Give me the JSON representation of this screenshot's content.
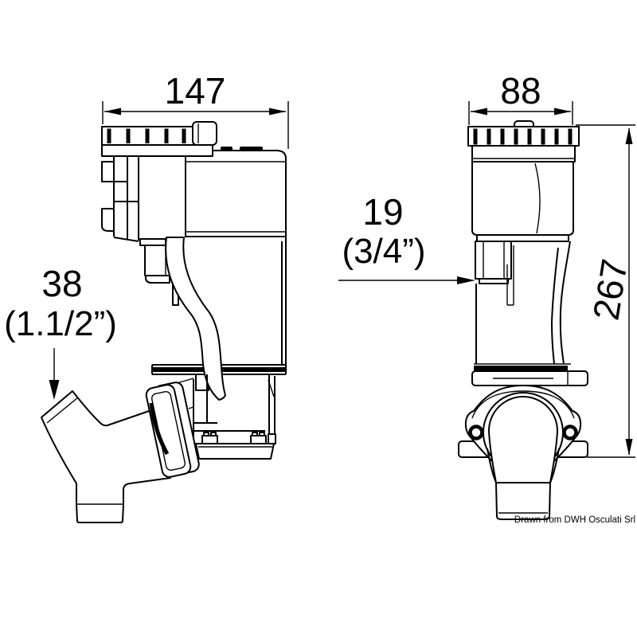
{
  "drawing": {
    "credit": "Drawn from DWH Osculati Srl",
    "colors": {
      "line": "#000000",
      "background": "#ffffff"
    },
    "dimensions": {
      "side_width": "147",
      "front_width": "88",
      "height": "267",
      "inlet_value": "38",
      "inlet_unit": "(1.1/2”)",
      "outlet_value": "19",
      "outlet_unit": "(3/4”)"
    }
  }
}
